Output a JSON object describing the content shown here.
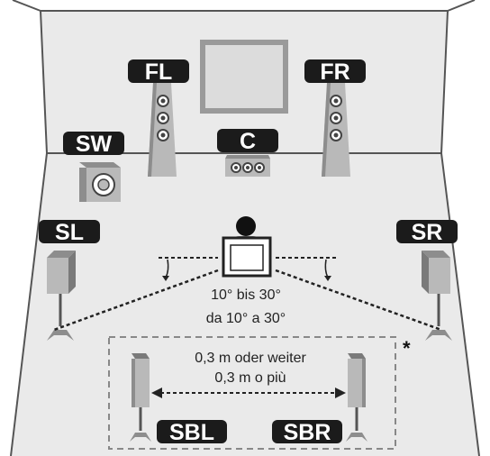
{
  "labels": {
    "fl": "FL",
    "fr": "FR",
    "sw": "SW",
    "c": "C",
    "sl": "SL",
    "sr": "SR",
    "sbl": "SBL",
    "sbr": "SBR"
  },
  "angle_note": {
    "line1": "10° bis 30°",
    "line2": "da 10° a 30°"
  },
  "distance_note": {
    "line1": "0,3 m oder weiter",
    "line2": "0,3 m o più"
  },
  "footnote_marker": "*",
  "colors": {
    "room_fill": "#eaeaea",
    "line": "#555555",
    "label_bg": "#1b1b1b",
    "speaker_fill": "#b9b9b9",
    "speaker_dark": "#6e6e6e",
    "tv_fill": "#dcdcdc"
  },
  "icons": {
    "listener": "person-head-icon",
    "tv": "television-icon"
  }
}
